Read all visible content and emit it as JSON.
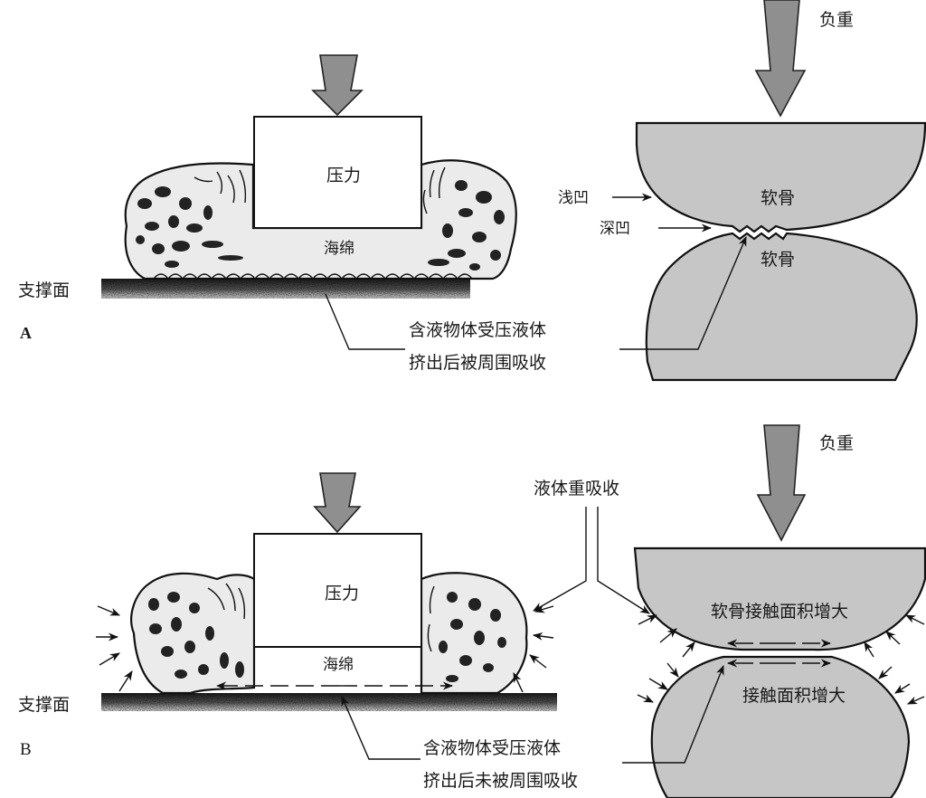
{
  "panels": {
    "a": {
      "letter": "A",
      "sponge_side": {
        "pressure_label": "压力",
        "sponge_label": "海绵",
        "support_label": "支撑面",
        "caption_line1": "含液物体受压液体",
        "caption_line2": "挤出后被周围吸收"
      },
      "cartilage_side": {
        "load_label": "负重",
        "upper_label": "软骨",
        "lower_label": "软骨",
        "shallow_pit_label": "浅凹",
        "deep_pit_label": "深凹"
      }
    },
    "b": {
      "letter": "B",
      "sponge_side": {
        "pressure_label": "压力",
        "sponge_label": "海绵",
        "support_label": "支撑面",
        "caption_line1": "含液物体受压液体",
        "caption_line2": "挤出后未被周围吸收"
      },
      "reabsorb_label": "液体重吸收",
      "cartilage_side": {
        "load_label": "负重",
        "upper_label": "软骨接触面积增大",
        "lower_label": "接触面积增大"
      }
    }
  },
  "colors": {
    "arrow_fill": "#8f8f8f",
    "cartilage_fill": "#c6c6c6",
    "ink": "#111111"
  }
}
